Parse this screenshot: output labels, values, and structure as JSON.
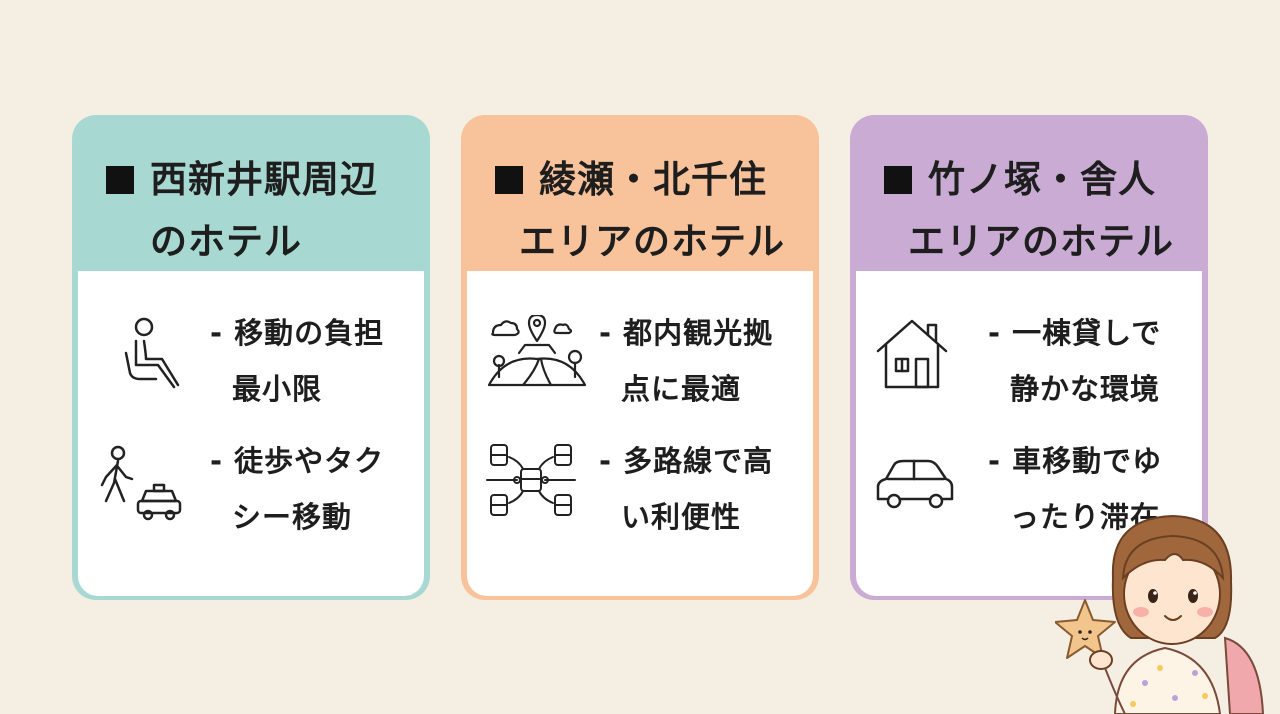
{
  "cards": [
    {
      "title_line1": "西新井駅周辺",
      "title_line2": "のホテル",
      "items": [
        {
          "icon": "seated-person-icon",
          "line1": "- 移動の負担",
          "line2": "最小限"
        },
        {
          "icon": "walker-taxi-icon",
          "line1": "- 徒歩やタク",
          "line2": "シー移動"
        }
      ]
    },
    {
      "title_line1": "綾瀬・北千住",
      "title_line2": "エリアのホテル",
      "items": [
        {
          "icon": "landmark-map-pin-icon",
          "line1": "- 都内観光拠",
          "line2": "点に最適"
        },
        {
          "icon": "train-network-icon",
          "line1": "- 多路線で高",
          "line2": "い利便性"
        }
      ]
    },
    {
      "title_line1": "竹ノ塚・舎人",
      "title_line2": "エリアのホテル",
      "items": [
        {
          "icon": "house-icon",
          "line1": "- 一棟貸しで",
          "line2": "静かな環境"
        },
        {
          "icon": "car-icon",
          "line1": "- 車移動でゆ",
          "line2": "ったり滞在"
        }
      ]
    }
  ],
  "colors": {
    "background": "#f5efe3",
    "teal": "#a7d9d2",
    "orange": "#f8c29a",
    "purple": "#c9abd4"
  }
}
